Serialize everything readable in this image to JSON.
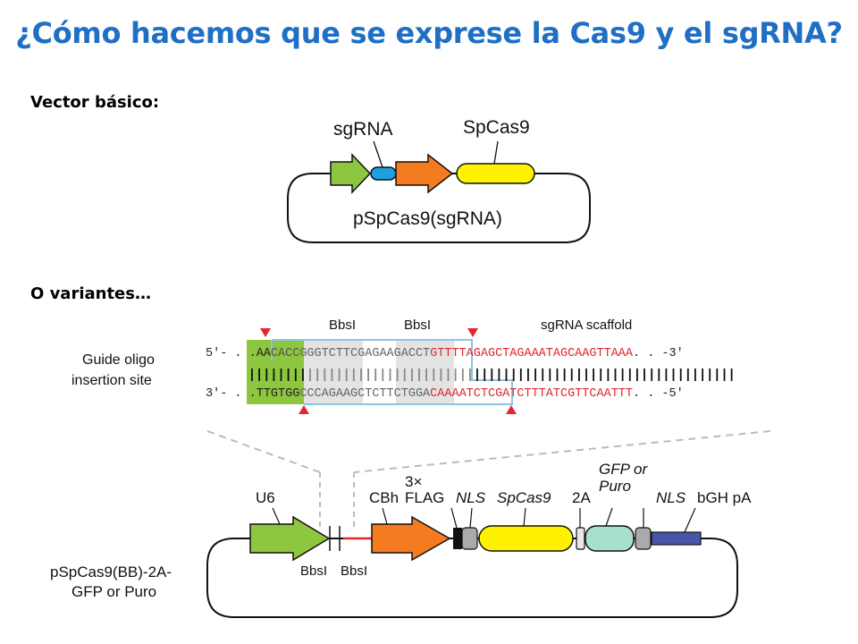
{
  "slide": {
    "title": "¿Cómo hacemos que se exprese la Cas9 y el sgRNA?",
    "label_basic": "Vector básico:",
    "label_variants": "O variantes…"
  },
  "basic_vector": {
    "label_sgrna": "sgRNA",
    "label_spcas9": "SpCas9",
    "plasmid_name": "pSpCas9(sgRNA)"
  },
  "insertion_site": {
    "side_label_line1": "Guide oligo",
    "side_label_line2": "insertion site",
    "bbsi_label_1": "BbsI",
    "bbsi_label_2": "BbsI",
    "scaffold_label": "sgRNA scaffold",
    "top_prefix": "5′- . .",
    "top_green": "AA",
    "top_grey_a": "CACC",
    "top_mid": "GGGTCTTCGAGAAGACCT",
    "top_red": "GTTTTAGAGCTAGAAATAGCAAGTTAAA",
    "top_suffix": ". . -3′",
    "bot_prefix": "3′- . .",
    "bot_green": "TTGTGG",
    "bot_mid": "CCCAGAAGCTCTTCTGGA",
    "bot_red_a": "CAAA",
    "bot_red": "ATCTCGATCTTTATCGTTCAATTT",
    "bot_suffix": ". . -5′"
  },
  "full_vector": {
    "label_u6": "U6",
    "label_cbh": "CBh",
    "label_3x": "3×",
    "label_flag": "FLAG",
    "label_nls1": "NLS",
    "label_spcas9": "SpCas9",
    "label_2a": "2A",
    "label_gfp1": "GFP or",
    "label_gfp2": "Puro",
    "label_nls2": "NLS",
    "label_bgh": "bGH pA",
    "label_bbsi1": "BbsI",
    "label_bbsi2": "BbsI",
    "plasmid_name_line1": "pSpCas9(BB)-2A-",
    "plasmid_name_line2": "GFP or Puro"
  },
  "colors": {
    "title_blue": "#1f6fc5",
    "promoter_green": "#8dc63f",
    "sgrna_blue": "#1ea0e0",
    "promoter_orange": "#f47b20",
    "cas9_yellow": "#fff200",
    "gfp_teal": "#a8e0cf",
    "bgh_blue": "#4a55a8",
    "seq_red": "#e0282e",
    "box_blue": "#8ec3e6"
  }
}
